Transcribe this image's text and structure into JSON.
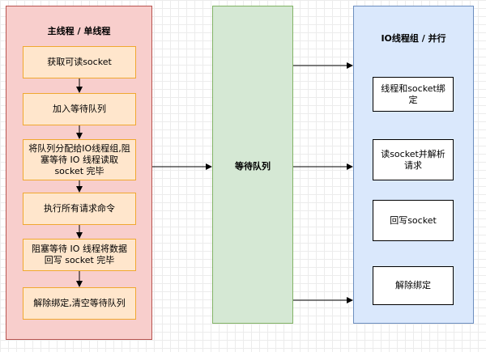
{
  "main_thread": {
    "title": "主线程 / 单线程",
    "steps": [
      "获取可读socket",
      "加入等待队列",
      "将队列分配给IO线程组,阻塞等待 IO 线程读取 socket 完毕",
      "执行所有请求命令",
      "阻塞等待 IO 线程将数据回写 socket 完毕",
      "解除绑定,清空等待队列"
    ]
  },
  "queue": {
    "label": "等待队列"
  },
  "io_group": {
    "title": "IO线程组 / 并行",
    "steps": [
      "线程和socket绑定",
      "读socket并解析请求",
      "回写socket",
      "解除绑定"
    ]
  },
  "colors": {
    "main_fill": "#f8cecc",
    "main_border": "#b85450",
    "step_fill": "#ffe6cc",
    "step_border": "#f0a830",
    "queue_fill": "#d5e8d4",
    "queue_border": "#82b366",
    "io_fill": "#dae8fc",
    "io_border": "#6c8ebf"
  }
}
